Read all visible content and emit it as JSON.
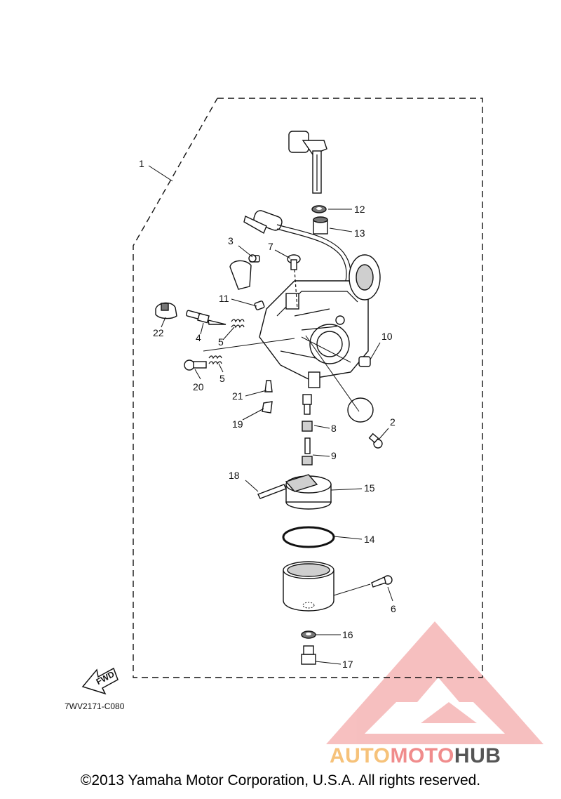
{
  "callouts": [
    "1",
    "2",
    "3",
    "4",
    "5",
    "5",
    "6",
    "7",
    "8",
    "9",
    "10",
    "11",
    "12",
    "13",
    "14",
    "15",
    "16",
    "17",
    "18",
    "19",
    "20",
    "21",
    "22"
  ],
  "part_code": "7WV2171-C080",
  "fwd_label": "FWD",
  "copyright": "©2013 Yamaha Motor Corporation, U.S.A. All rights reserved.",
  "watermark": {
    "part1": "AUTO",
    "part2": "MOTO",
    "part3": "HUB",
    "colors": {
      "auto": "#f6c27a",
      "moto": "#f08c8c",
      "hub": "#555555",
      "logo": "#f08c8c"
    }
  }
}
